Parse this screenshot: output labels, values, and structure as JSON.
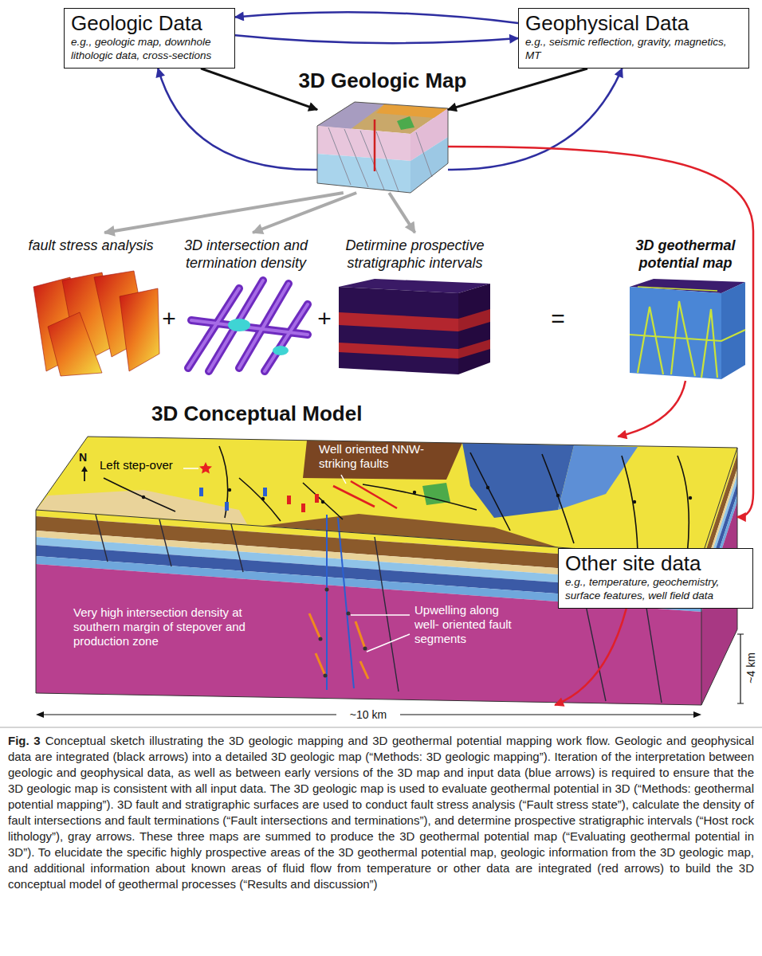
{
  "diagram": {
    "caption": "Conceptual sketch illustrating the 3D geologic mapping and 3D geothermal potential mapping work flow. Geologic and geophysical data are integrated (black arrows) into a detailed 3D geologic map (“Methods: 3D geologic mapping”). Iteration of the interpretation between geologic and geophysical data, as well as between early versions of the 3D map and input data (blue arrows) is required to ensure that the 3D geologic map is consistent with all input data. The 3D geologic map is used to evaluate geothermal potential in 3D (“Methods: geothermal potential mapping”). 3D fault and stratigraphic surfaces are used to conduct fault stress analysis (“Fault stress state”), calculate the density of fault intersections and fault terminations (“Fault intersections and terminations”), and determine prospective stratigraphic intervals (“Host rock lithology”), gray arrows. These three maps are summed to produce the 3D geothermal potential map (“Evaluating geothermal potential in 3D”). To elucidate the specific highly prospective areas of the 3D geothermal potential map, geologic information from the 3D geologic map, and additional information about known areas of fluid flow from temperature or other data are integrated (red arrows) to build the 3D conceptual model of geothermal processes (“Results and discussion”)",
    "nodes": [
      {
        "text": [
          "Geologic Data",
          "e.g., geologic map, downhole lithologic data, cross-sections"
        ]
      },
      {
        "text": [
          "Geophysical Data",
          "e.g., seismic reflection, gravity, magnetics, MT"
        ]
      },
      {
        "text": [
          "3D Geologic Map"
        ]
      },
      {
        "text": [
          "fault stress analysis"
        ]
      },
      {
        "text": [
          "3D intersection and termination density"
        ]
      },
      {
        "text": [
          "Detirmine prospective stratigraphic intervals"
        ]
      },
      {
        "text": [
          "3D geothermal potential map"
        ]
      },
      {
        "text": [
          "3D Conceptual Model"
        ]
      },
      {
        "text": [
          "Other site data",
          "e.g., temperature, geochemistry, surface features, well field data"
        ]
      }
    ],
    "edges": [
      {
        "from": 0,
        "to": 2,
        "arrow": "to"
      },
      {
        "from": 1,
        "to": 2,
        "arrow": "to"
      },
      {
        "from": 1,
        "to": 0,
        "arrow": "to"
      },
      {
        "from": 0,
        "to": 1,
        "arrow": "to"
      },
      {
        "from": 2,
        "to": 0,
        "arrow": "to"
      },
      {
        "from": 2,
        "to": 1,
        "arrow": "to"
      },
      {
        "from": 2,
        "to": 3,
        "arrow": "to"
      },
      {
        "from": 2,
        "to": 4,
        "arrow": "to"
      },
      {
        "from": 2,
        "to": 5,
        "arrow": "to"
      },
      {
        "from": 2,
        "to": 7,
        "arrow": "to"
      },
      {
        "from": 6,
        "to": 7,
        "arrow": "to"
      },
      {
        "from": 8,
        "to": 7,
        "arrow": "to"
      }
    ],
    "labels": [
      "+",
      "+",
      "=",
      "N",
      "Left step-over",
      "Well oriented NNW-striking faults",
      "Very high intersection density at southern margin of stepover and production zone",
      "Upwelling along well- oriented fault segments",
      "~4 km",
      "~10 km",
      "Fig. 3"
    ]
  }
}
